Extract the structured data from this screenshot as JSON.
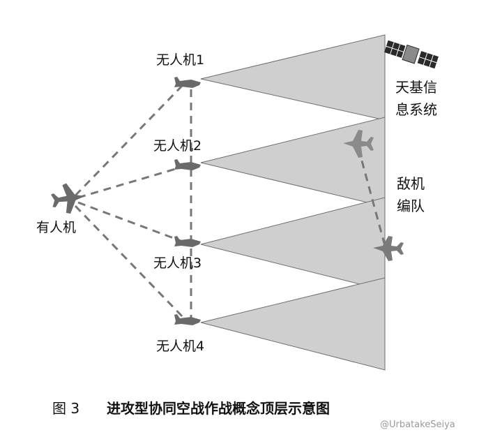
{
  "diagram": {
    "manned_aircraft_label": "有人机",
    "uav_labels": [
      "无人机1",
      "无人机2",
      "无人机3",
      "无人机4"
    ],
    "space_system_label_line1": "天基信",
    "space_system_label_line2": "息系统",
    "enemy_label_line1": "敌机",
    "enemy_label_line2": "编队"
  },
  "caption": {
    "figure_number": "图 3",
    "text": "进攻型协同空战作战概念顶层示意图"
  },
  "watermark": "@UrbatakeSeiya",
  "colors": {
    "cone_fill": "#cfcfcf",
    "cone_stroke": "#6e6e6e",
    "dash": "#777777",
    "aircraft": "#6a6a6a"
  }
}
